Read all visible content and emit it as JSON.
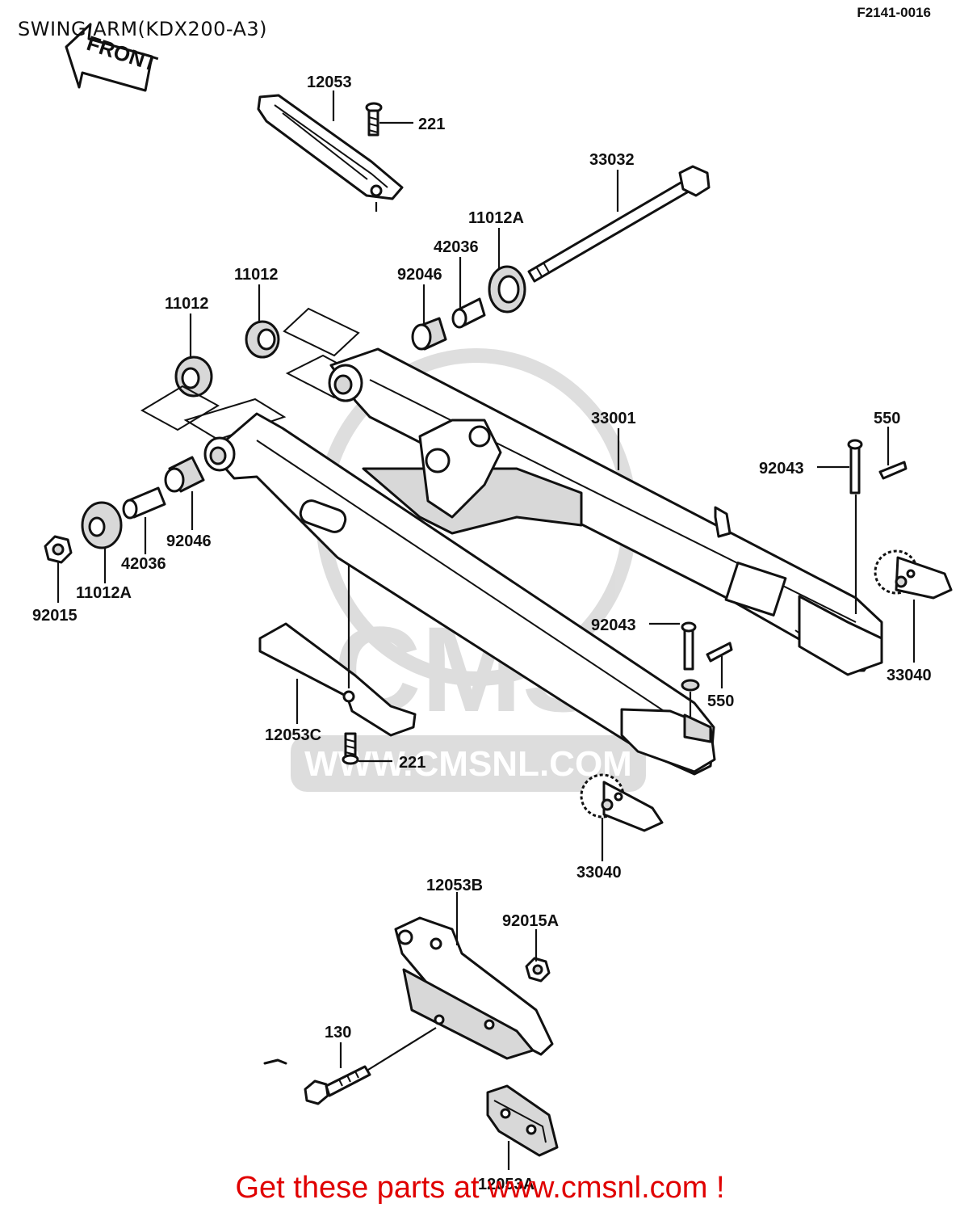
{
  "title": "SWING ARM(KDX200-A3)",
  "diagram_code": "F2141-0016",
  "front_arrow_label": "FRONT",
  "watermark": {
    "logo_text": "CMS",
    "url_text": "WWW.CMSNL.COM"
  },
  "promo_text": "Get these parts at www.cmsnl.com !",
  "part_labels": [
    {
      "id": "12053",
      "text": "12053"
    },
    {
      "id": "221-top",
      "text": "221"
    },
    {
      "id": "33032",
      "text": "33032"
    },
    {
      "id": "11012A-top",
      "text": "11012A"
    },
    {
      "id": "42036-top",
      "text": "42036"
    },
    {
      "id": "92046-top",
      "text": "92046"
    },
    {
      "id": "11012-mid",
      "text": "11012"
    },
    {
      "id": "11012-left",
      "text": "11012"
    },
    {
      "id": "33001",
      "text": "33001"
    },
    {
      "id": "550-top",
      "text": "550"
    },
    {
      "id": "92043-top",
      "text": "92043"
    },
    {
      "id": "92046-bottom",
      "text": "92046"
    },
    {
      "id": "42036-bottom",
      "text": "42036"
    },
    {
      "id": "11012A-bottom",
      "text": "11012A"
    },
    {
      "id": "92015",
      "text": "92015"
    },
    {
      "id": "92043-bottom",
      "text": "92043"
    },
    {
      "id": "550-bottom",
      "text": "550"
    },
    {
      "id": "33040-right",
      "text": "33040"
    },
    {
      "id": "12053C",
      "text": "12053C"
    },
    {
      "id": "221-bottom",
      "text": "221"
    },
    {
      "id": "33040-bottom",
      "text": "33040"
    },
    {
      "id": "12053B",
      "text": "12053B"
    },
    {
      "id": "92015A",
      "text": "92015A"
    },
    {
      "id": "130",
      "text": "130"
    },
    {
      "id": "12053A",
      "text": "12053A"
    }
  ]
}
